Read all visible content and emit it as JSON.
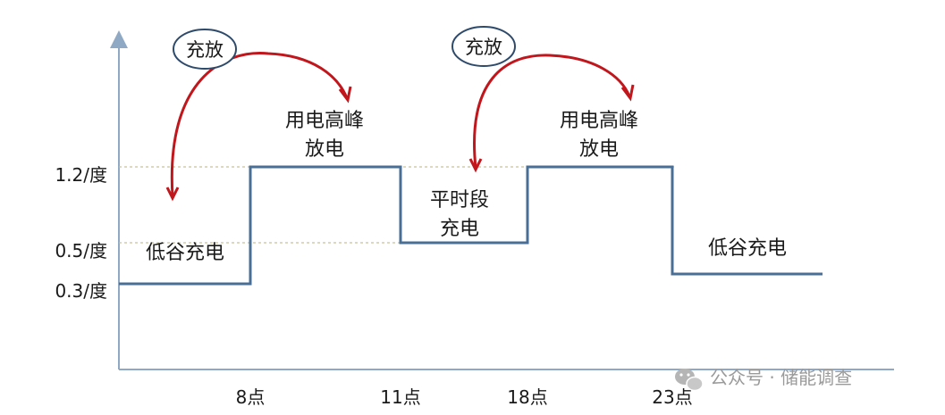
{
  "chart_data": {
    "type": "line",
    "title": "",
    "xlabel": "",
    "ylabel": "",
    "step": true,
    "y_ticks": [
      {
        "value": 0.3,
        "label": "0.3/度"
      },
      {
        "value": 0.5,
        "label": "0.5/度"
      },
      {
        "value": 1.2,
        "label": "1.2/度"
      }
    ],
    "x_ticks": [
      {
        "value": 8,
        "label": "8点"
      },
      {
        "value": 11,
        "label": "11点"
      },
      {
        "value": 18,
        "label": "18点"
      },
      {
        "value": 23,
        "label": "23点"
      }
    ],
    "series": [
      {
        "points": [
          [
            0,
            0.3
          ],
          [
            8,
            0.3
          ],
          [
            8,
            1.2
          ],
          [
            11,
            1.2
          ],
          [
            11,
            0.5
          ],
          [
            18,
            0.5
          ],
          [
            18,
            1.2
          ],
          [
            23,
            1.2
          ],
          [
            23,
            0.4
          ],
          [
            28,
            0.4
          ]
        ]
      }
    ],
    "annotations": {
      "valley_charge_1": {
        "line1": "低谷充电"
      },
      "peak_discharge_1": {
        "line1": "用电高峰",
        "line2": "放电"
      },
      "flat_charge": {
        "line1": "平时段",
        "line2": "充电"
      },
      "peak_discharge_2": {
        "line1": "用电高峰",
        "line2": "放电"
      },
      "valley_charge_2": {
        "line1": "低谷充电"
      },
      "cycle_1": {
        "label": "充放"
      },
      "cycle_2": {
        "label": "充放"
      }
    },
    "colors": {
      "line": "#4a6f96",
      "axis": "#8fa8c4",
      "arrow": "#c0161c",
      "bubble_border": "#2e4a6b",
      "dashed": "#c9c28a"
    }
  },
  "watermark": {
    "text": "公众号 · 储能调查",
    "icon": "wechat-icon"
  }
}
